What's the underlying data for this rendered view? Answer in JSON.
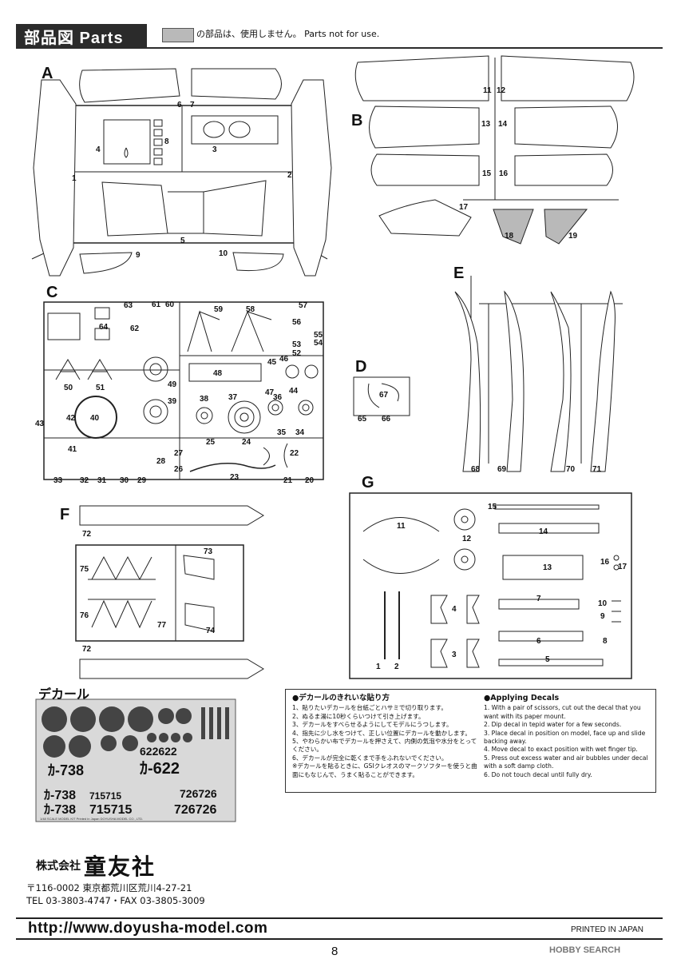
{
  "header": {
    "title": "部品図  Parts",
    "legend_text": "の部品は、使用しません。 Parts not for use.",
    "colors": {
      "dark": "#2b2b2b",
      "not_used_fill": "#b9b9b9"
    }
  },
  "sections": {
    "A": "A",
    "B": "B",
    "C": "C",
    "D": "D",
    "E": "E",
    "F": "F",
    "G": "G"
  },
  "parts": {
    "A": [
      "1",
      "2",
      "3",
      "4",
      "5",
      "6",
      "7",
      "8",
      "9",
      "10"
    ],
    "B": [
      "11",
      "12",
      "13",
      "14",
      "15",
      "16",
      "17",
      "18",
      "19"
    ],
    "C": [
      "20",
      "21",
      "22",
      "23",
      "24",
      "25",
      "26",
      "27",
      "28",
      "29",
      "30",
      "31",
      "32",
      "33",
      "34",
      "35",
      "36",
      "37",
      "38",
      "39",
      "40",
      "41",
      "42",
      "43",
      "44",
      "45",
      "46",
      "47",
      "48",
      "49",
      "50",
      "51",
      "52",
      "53",
      "54",
      "55",
      "56",
      "57",
      "58",
      "59",
      "60",
      "61",
      "62",
      "63",
      "64"
    ],
    "D": [
      "65",
      "66",
      "67"
    ],
    "E": [
      "68",
      "69",
      "70",
      "71"
    ],
    "F": [
      "72",
      "73",
      "74",
      "75",
      "76",
      "77"
    ],
    "G": [
      "1",
      "2",
      "3",
      "4",
      "5",
      "6",
      "7",
      "8",
      "9",
      "10",
      "11",
      "12",
      "13",
      "14",
      "15",
      "16",
      "17"
    ]
  },
  "decal": {
    "heading": "デカール",
    "rows": [
      "ｶ-738",
      "ｶ-622",
      "622622",
      "ｶ-738",
      "715715",
      "726726",
      "ｶ-738",
      "715715",
      "726726"
    ],
    "small_print": "1/48 SCALE MODEL KIT  Printed in Japan  DOYUSHA MODEL CO., LTD."
  },
  "instructions": {
    "jp_title": "●デカールのきれいな貼り方",
    "jp_steps": [
      "1、貼りたいデカールを台紙ごとハサミで切り取ります。",
      "2、ぬるま湯に10秒くらいつけて引き上げます。",
      "3、デカールをすべらせるようにしてモデルにうつします。",
      "4、指先に少し水をつけて、正しい位置にデカールを動かします。",
      "5、やわらかい布でデカールを押さえて、内側の気泡や水分をとってください。",
      "6、デカールが完全に乾くまで手をふれないでください。",
      "※デカールを貼るときに、GSIクレオスのマークソフターを使うと曲面にもなじんで、うまく貼ることができます。"
    ],
    "en_title": "●Applying Decals",
    "en_steps": [
      "1. With a pair of scissors, cut out the decal that you want with its paper mount.",
      "2. Dip decal in tepid water for a few seconds.",
      "3. Place decal in position on model, face up and slide backing away.",
      "4. Move decal to exact position with wet finger tip.",
      "5. Press out excess water and air bubbles under decal with a soft damp cloth.",
      "6. Do not touch decal until fully dry."
    ]
  },
  "company": {
    "kabushiki": "株式会社",
    "name": "童友社",
    "address": "〒116-0002  東京都荒川区荒川4-27-21",
    "phone": "TEL 03-3803-4747・FAX 03-3805-3009",
    "url": "http://www.doyusha-model.com"
  },
  "footer": {
    "printed": "PRINTED IN JAPAN",
    "page": "8",
    "watermark": "HOBBY SEARCH"
  }
}
